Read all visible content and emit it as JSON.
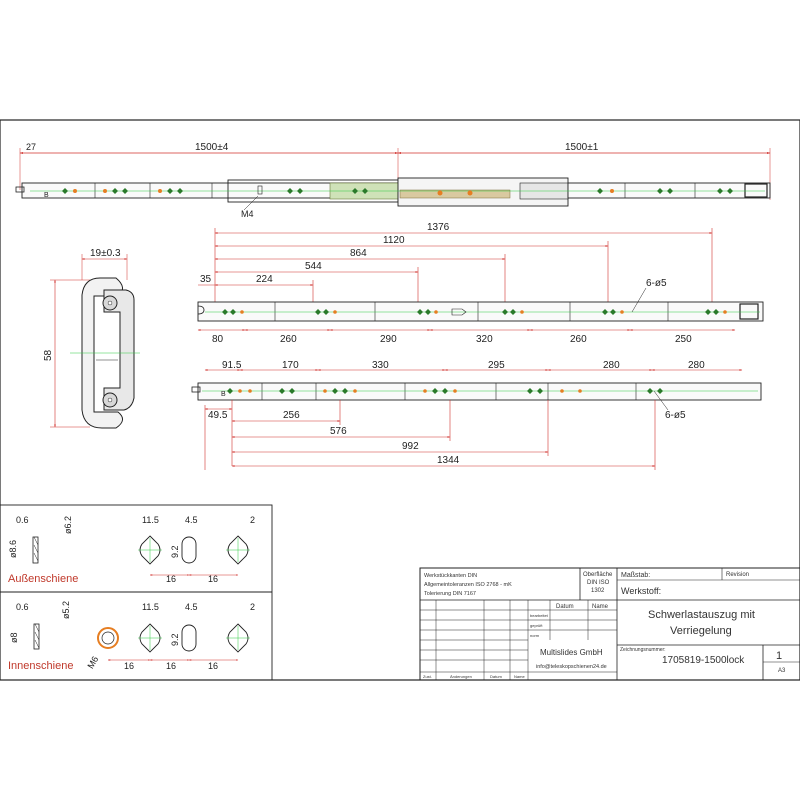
{
  "top": {
    "dims": [
      "27",
      "1500±4",
      "1500±1"
    ],
    "m4": "M4",
    "mark_b": "B"
  },
  "inner": {
    "top_dims": [
      "1376",
      "1120",
      "864",
      "544",
      "224",
      "35"
    ],
    "bottom_dims": [
      "80",
      "260",
      "290",
      "320",
      "260",
      "250"
    ],
    "hole_label": "6-ø5"
  },
  "outer": {
    "top_dims": [
      "91.5",
      "170",
      "330",
      "295",
      "280",
      "280"
    ],
    "cum_dims": [
      "49.5",
      "256",
      "576",
      "992",
      "1344"
    ],
    "hole_label": "6-ø5",
    "mark_b": "B"
  },
  "profile": {
    "width": "19±0.3",
    "height": "58"
  },
  "details": {
    "outer_row": {
      "label": "Außenschiene",
      "dims": [
        "0.6",
        "ø6.2",
        "ø8.6",
        "11.5",
        "4.5",
        "2",
        "9.2",
        "16",
        "16"
      ]
    },
    "inner_row": {
      "label": "Innenschiene",
      "dims": [
        "0.6",
        "ø5.2",
        "ø8",
        "11.5",
        "4.5",
        "2",
        "9.2",
        "M6",
        "16",
        "16",
        "16"
      ]
    }
  },
  "titleblock": {
    "tolerances": [
      "Werkstückkanten DIN",
      "Allgemeintoleranzen ISO 2768 - mK",
      "Tolerierung DIN 7167"
    ],
    "surface": [
      "Oberfläche",
      "DIN ISO",
      "1302"
    ],
    "scale_label": "Maßstab:",
    "revision_label": "Revision",
    "material_label": "Werkstoff:",
    "datum_label": "Datum",
    "name_label": "Name",
    "rows": [
      "bearbeitet",
      "geprüft",
      "norm"
    ],
    "title_line1": "Schwerlastauszug mit",
    "title_line2": "Verriegelung",
    "company": "Multislides GmbH",
    "website": "info@teleskopschienen24.de",
    "drawing_no_label": "Zeichnungsnummer:",
    "drawing_no": "1705819-1500lock",
    "sheet": "1",
    "format": "A3",
    "footer": [
      "Zust.",
      "Änderungen",
      "Datum",
      "Name"
    ]
  },
  "colors": {
    "line": "#222222",
    "accent_green": "#2ecc40",
    "accent_red": "#d0312d",
    "hole_orange": "#e67e22",
    "olive": "#7a8a3a"
  }
}
